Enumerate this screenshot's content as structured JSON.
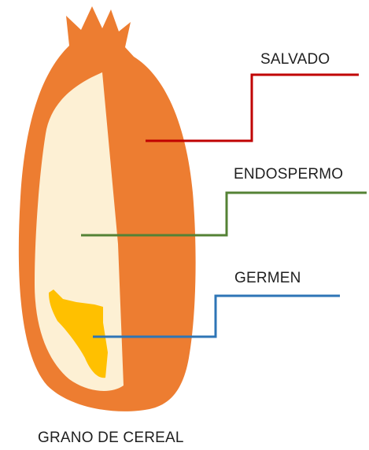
{
  "labels": {
    "bran": "SALVADO",
    "endosperm": "ENDOSPERMO",
    "germ": "GERMEN",
    "title": "GRANO DE CEREAL"
  },
  "colors": {
    "bran_fill": "#ED7D31",
    "endosperm_fill": "#FDF0D4",
    "germ_fill": "#FFC000",
    "bran_line": "#C00000",
    "endosperm_line": "#548235",
    "germ_line": "#2E75B6"
  }
}
